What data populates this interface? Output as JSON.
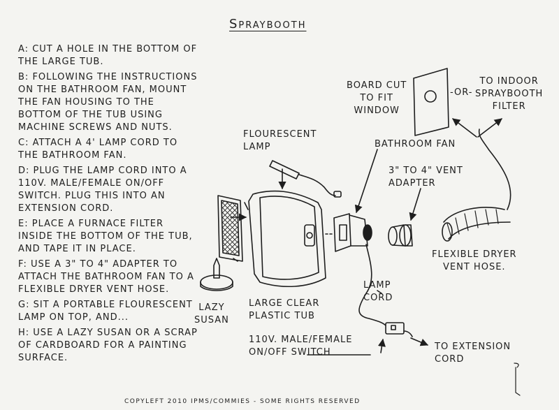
{
  "title": "Spraybooth",
  "steps": [
    {
      "letter": "A:",
      "text": "Cut a hole in the bottom of the large tub."
    },
    {
      "letter": "B:",
      "text": "Following the instructions on the bathroom fan, mount the fan housing to the bottom of the tub using machine screws and nuts."
    },
    {
      "letter": "C:",
      "text": "Attach a 4' lamp cord to the bathroom fan."
    },
    {
      "letter": "D:",
      "text": "Plug the lamp cord into a 110v. male/female on/off switch. Plug this into an extension cord."
    },
    {
      "letter": "E:",
      "text": "Place a furnace filter inside the bottom of the tub, and tape it in place."
    },
    {
      "letter": "F:",
      "text": "Use a 3\" to 4\" adapter to attach the bathroom fan to a flexible dryer vent hose."
    },
    {
      "letter": "G:",
      "text": "Sit a portable flourescent lamp on top, and..."
    },
    {
      "letter": "H:",
      "text": "Use a lazy susan or a scrap of cardboard for a painting surface."
    }
  ],
  "labels": {
    "flourescent_lamp": "Flourescent\nLamp",
    "bathroom_fan": "Bathroom Fan",
    "vent_adapter": "3\" to 4\" Vent\nAdapter",
    "board_cut": "Board cut\nto fit\nwindow",
    "or": "-or-",
    "indoor_spraybooth": "To indoor\nspraybooth\nfilter",
    "flexible_hose": "Flexible dryer\nvent hose.",
    "lamp_cord": "Lamp\ncord",
    "lazy_susan": "Lazy\nSusan",
    "plastic_tub": "Large clear\nplastic tub",
    "switch": "110v. male/female\non/off switch",
    "extension_cord": "To extension\ncord"
  },
  "footer": "Copyleft 2010 IPMS/CoMMies - some rights reserved",
  "colors": {
    "ink": "#1e1e1e",
    "paper": "#f4f4f1"
  }
}
